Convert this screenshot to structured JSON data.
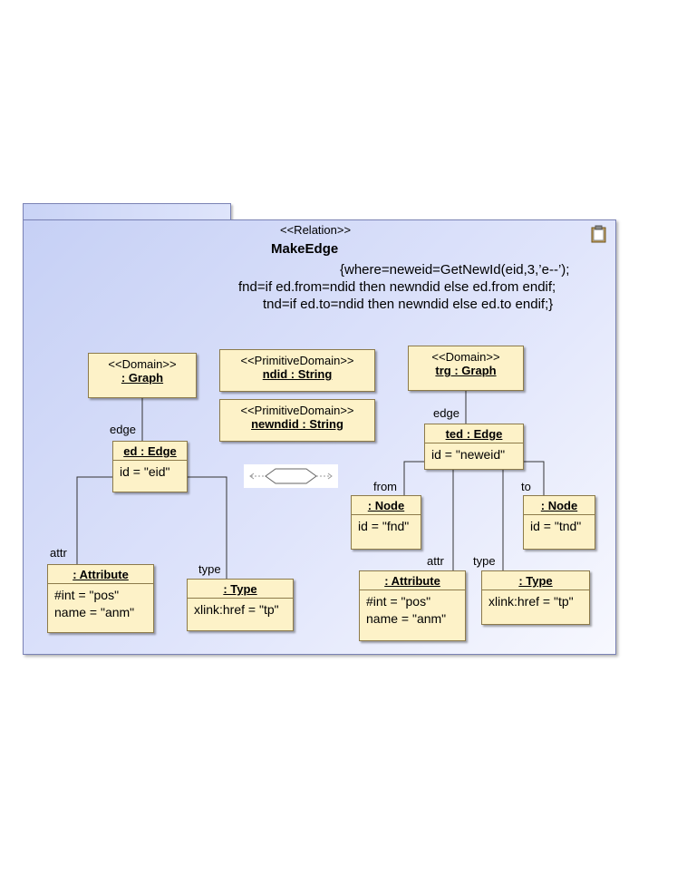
{
  "relation": {
    "stereotype": "<<Relation>>",
    "name": "MakeEdge",
    "constraint_lines": [
      "{where=neweid=GetNewId(eid,3,’e--’);",
      "fnd=if ed.from=ndid then newndid else ed.from endif;",
      "tnd=if ed.to=ndid then newndid else ed.to endif;}"
    ]
  },
  "boxes": {
    "graph_domain": {
      "stereotype": "<<Domain>>",
      "name": ": Graph"
    },
    "ndid": {
      "stereotype": "<<PrimitiveDomain>>",
      "name": "ndid : String"
    },
    "newndid": {
      "stereotype": "<<PrimitiveDomain>>",
      "name": "newndid : String "
    },
    "trg_domain": {
      "stereotype": "<<Domain>>",
      "name": "trg : Graph"
    },
    "ed_edge": {
      "name": "ed : Edge",
      "attrs": [
        "id = \"eid\""
      ]
    },
    "ted_edge": {
      "name": "ted : Edge",
      "attrs": [
        "id = \"neweid\""
      ]
    },
    "attr_left": {
      "name": ": Attribute ",
      "attrs": [
        "#int = \"pos\"",
        "name = \"anm\""
      ]
    },
    "type_left": {
      "name": ": Type",
      "attrs": [
        "xlink:href = \"tp\""
      ]
    },
    "node_from": {
      "name": ": Node",
      "attrs": [
        "id = \"fnd\""
      ]
    },
    "node_to": {
      "name": ": Node",
      "attrs": [
        "id = \"tnd\""
      ]
    },
    "attr_right": {
      "name": ": Attribute",
      "attrs": [
        "#int = \"pos\"",
        "name = \"anm\""
      ]
    },
    "type_right": {
      "name": ": Type",
      "attrs": [
        "xlink:href = \"tp\""
      ]
    }
  },
  "labels": {
    "edge_left": "edge",
    "attr_left": "attr",
    "type_left": "type",
    "edge_right": "edge",
    "from": "from",
    "to": "to",
    "attr_right": "attr",
    "type_right": "type"
  },
  "icons": {
    "note": "clipboard-icon",
    "direction": "bidirectional-hexagon-icon"
  },
  "colors": {
    "package_fill": "#c6d0f5",
    "box_fill": "#fdf2c8",
    "box_border": "#8c7a4a",
    "package_border": "#7a82b5"
  }
}
